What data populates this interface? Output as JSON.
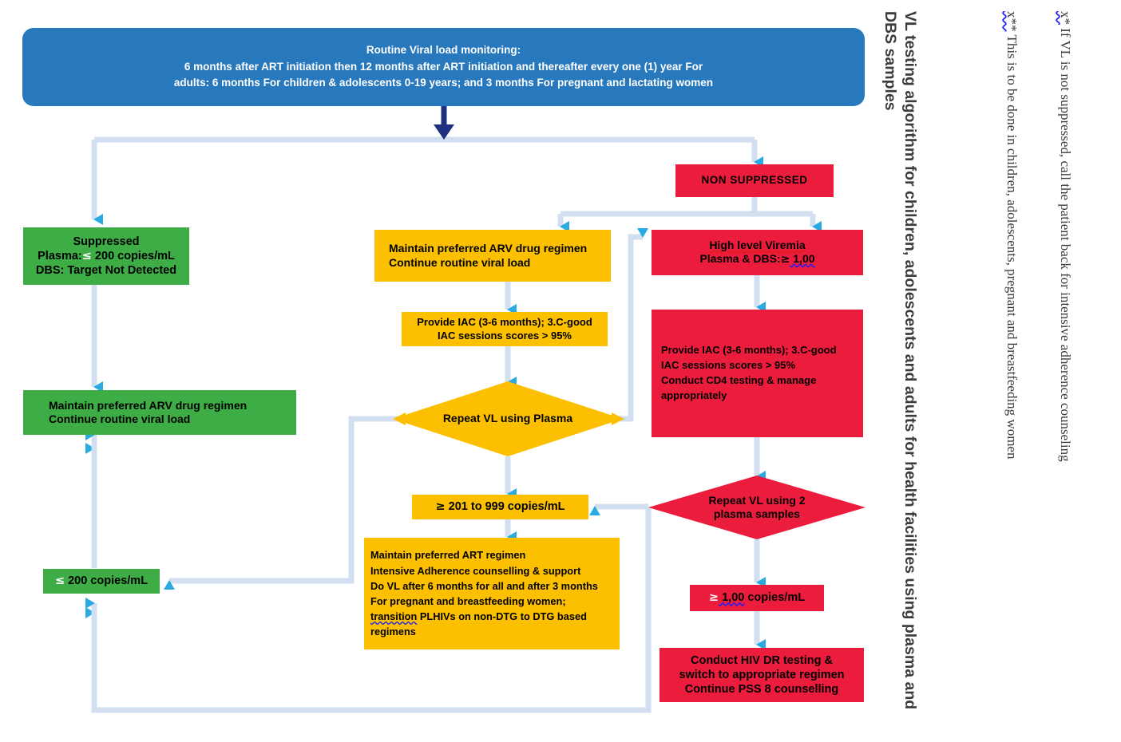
{
  "meta": {
    "title_vertical": "VL testing algorithm for children, adolescents and adults for health facilities using plasma and DBS samples",
    "note_1_mark": "x*",
    "note_1": " If VL is not suppressed, call the patient back for intensive adherence counseling",
    "note_2_mark": "x**",
    "note_2": " This is to be done in children, adolescents, pregnant and breastfeeding women"
  },
  "colors": {
    "header_blue": "#2878bd",
    "green": "#3ead45",
    "yellow": "#fcc000",
    "red": "#ec1c3d",
    "connector": "#d2dff0",
    "arrow_head": "#29abe2",
    "dark_arrow": "#1f3080",
    "spell_blue": "#1a1aff",
    "spell_red": "#e01b1b"
  },
  "nodes": {
    "header": {
      "line1": "Routine Viral load monitoring:",
      "line2": "6 months after ART initiation then 12 months after ART initiation and thereafter every one (1) year For",
      "line3": "adults: 6 months For children & adolescents 0-19 years; and 3 months For pregnant and lactating women"
    },
    "suppressed": {
      "line1": "Suppressed",
      "line2_a": "Plasma:",
      "line2_b": "≤",
      "line2_c": " 200 copies/mL",
      "line3": "DBS:  Target Not Detected"
    },
    "non_suppressed": {
      "label": "NON  SUPPRESSED"
    },
    "maintain_green": {
      "line1": "Maintain preferred ARV drug regimen",
      "line2": "Continue routine viral load"
    },
    "maintain_yellow": {
      "line1": "Maintain preferred ARV drug regimen",
      "line2": "Continue routine viral load"
    },
    "high_viremia": {
      "line1": "High level Viremia",
      "line2_a": "Plasma & DBS:",
      "line2_b": "≥",
      "line2_c": " 1,00"
    },
    "iac_yellow": {
      "line1": "Provide IAC (3-6 months); 3.C-good",
      "line2": "IAC sessions scores > 95%"
    },
    "iac_red": {
      "line1": "Provide IAC (3-6 months); 3.C-good",
      "line2": "IAC sessions scores > 95%",
      "line3": "Conduct CD4 testing & manage",
      "line4": "appropriately"
    },
    "repeat_plasma": {
      "label": "Repeat VL using Plasma"
    },
    "repeat_two_samples": {
      "line1": "Repeat VL using 2",
      "line2": "plasma samples"
    },
    "range_201_999": {
      "ge": "≥",
      "label": " 201 to 999 copies/mL"
    },
    "threshold_1000": {
      "ge": "≥",
      "value": " 1,00",
      "unit": " copies/mL"
    },
    "le_200": {
      "le": "≤",
      "label": " 200 copies/mL"
    },
    "art_regimen_block": {
      "line1": "Maintain preferred ART regimen",
      "line2": "Intensive Adherence counselling & support",
      "line3": "Do VL after 6 months for all and after 3 months",
      "line4": "For pregnant and breastfeeding women;",
      "line5_a": "transition",
      "line5_b": " PLHIVs on non-DTG to DTG based",
      "line6": "   regimens"
    },
    "hiv_dr": {
      "line1": "Conduct HIV DR testing &",
      "line2": "switch to appropriate regimen",
      "line3": "Continue PSS 8 counselling"
    }
  }
}
